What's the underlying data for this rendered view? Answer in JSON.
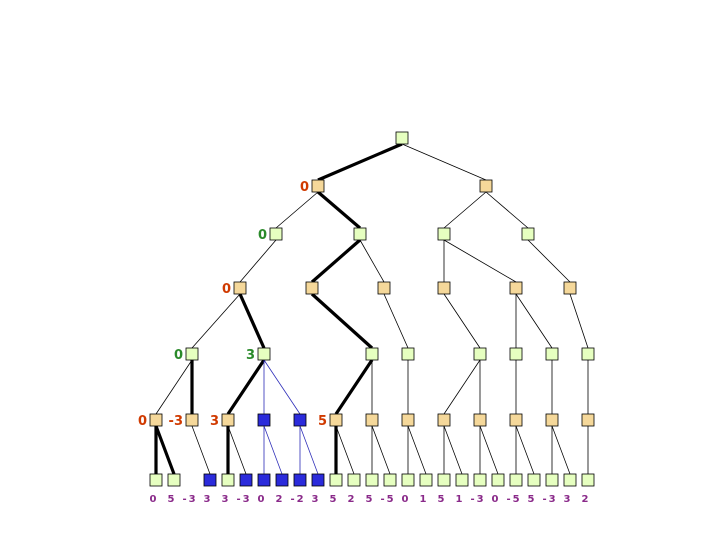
{
  "colors": {
    "green": "#e6ffc0",
    "tan": "#f5d89a",
    "blue": "#2b2bdb",
    "label_red": "#d03a00",
    "label_green": "#2a8a2a",
    "leaf_purple": "#8a2a8a"
  },
  "nodes": [
    {
      "id": "root",
      "fill": "green"
    },
    {
      "id": "a1",
      "fill": "tan",
      "value": "0",
      "value_color": "label_red"
    },
    {
      "id": "a2",
      "fill": "tan"
    },
    {
      "id": "b1",
      "fill": "green",
      "value": "0",
      "value_color": "label_green"
    },
    {
      "id": "b2",
      "fill": "green"
    },
    {
      "id": "b3",
      "fill": "green"
    },
    {
      "id": "b4",
      "fill": "green"
    },
    {
      "id": "c1",
      "fill": "tan",
      "value": "0",
      "value_color": "label_red"
    },
    {
      "id": "c2",
      "fill": "tan"
    },
    {
      "id": "c3",
      "fill": "tan"
    },
    {
      "id": "c4",
      "fill": "tan"
    },
    {
      "id": "c5",
      "fill": "tan"
    },
    {
      "id": "c6",
      "fill": "tan"
    },
    {
      "id": "d1",
      "fill": "green",
      "value": "0",
      "value_color": "label_green"
    },
    {
      "id": "d2",
      "fill": "green",
      "value": "3",
      "value_color": "label_green"
    },
    {
      "id": "d3",
      "fill": "green"
    },
    {
      "id": "d4",
      "fill": "green"
    },
    {
      "id": "d5",
      "fill": "green"
    },
    {
      "id": "d6",
      "fill": "green"
    },
    {
      "id": "d7",
      "fill": "green"
    },
    {
      "id": "d8",
      "fill": "green"
    },
    {
      "id": "e1",
      "fill": "tan",
      "value": "0",
      "value_color": "label_red"
    },
    {
      "id": "e2",
      "fill": "tan",
      "value": "-3",
      "value_color": "label_red"
    },
    {
      "id": "e3",
      "fill": "tan",
      "value": "3",
      "value_color": "label_red"
    },
    {
      "id": "e4",
      "fill": "blue"
    },
    {
      "id": "e5",
      "fill": "blue"
    },
    {
      "id": "e6",
      "fill": "tan",
      "value": "5",
      "value_color": "label_red"
    },
    {
      "id": "e7",
      "fill": "tan"
    },
    {
      "id": "e8",
      "fill": "tan"
    },
    {
      "id": "e9",
      "fill": "tan"
    },
    {
      "id": "e10",
      "fill": "tan"
    },
    {
      "id": "e11",
      "fill": "tan"
    },
    {
      "id": "e12",
      "fill": "tan"
    },
    {
      "id": "e13",
      "fill": "tan"
    },
    {
      "id": "f1",
      "fill": "green"
    },
    {
      "id": "f2",
      "fill": "green"
    },
    {
      "id": "f3",
      "fill": "blue"
    },
    {
      "id": "f4",
      "fill": "green"
    },
    {
      "id": "f5",
      "fill": "blue"
    },
    {
      "id": "f6",
      "fill": "blue"
    },
    {
      "id": "f7",
      "fill": "blue"
    },
    {
      "id": "f8",
      "fill": "blue"
    },
    {
      "id": "f9",
      "fill": "blue"
    },
    {
      "id": "f10",
      "fill": "green"
    },
    {
      "id": "f11",
      "fill": "green"
    },
    {
      "id": "f12",
      "fill": "green"
    },
    {
      "id": "f13",
      "fill": "green"
    },
    {
      "id": "f14",
      "fill": "green"
    },
    {
      "id": "f15",
      "fill": "green"
    },
    {
      "id": "f16",
      "fill": "green"
    },
    {
      "id": "f17",
      "fill": "green"
    },
    {
      "id": "f18",
      "fill": "green"
    },
    {
      "id": "f19",
      "fill": "green"
    },
    {
      "id": "f20",
      "fill": "green"
    },
    {
      "id": "f21",
      "fill": "green"
    },
    {
      "id": "f22",
      "fill": "green"
    },
    {
      "id": "f23",
      "fill": "green"
    },
    {
      "id": "f24",
      "fill": "green"
    }
  ],
  "edges": [
    {
      "from": "root",
      "to": "a1",
      "style": "bold"
    },
    {
      "from": "root",
      "to": "a2",
      "style": "thin"
    },
    {
      "from": "a1",
      "to": "b1",
      "style": "thin"
    },
    {
      "from": "a1",
      "to": "b2",
      "style": "bold"
    },
    {
      "from": "a2",
      "to": "b3",
      "style": "thin"
    },
    {
      "from": "a2",
      "to": "b4",
      "style": "thin"
    },
    {
      "from": "b1",
      "to": "c1",
      "style": "thin"
    },
    {
      "from": "b2",
      "to": "c2",
      "style": "bold"
    },
    {
      "from": "b2",
      "to": "c3",
      "style": "thin"
    },
    {
      "from": "b3",
      "to": "c4",
      "style": "thin"
    },
    {
      "from": "b3",
      "to": "c5",
      "style": "thin"
    },
    {
      "from": "b4",
      "to": "c6",
      "style": "thin"
    },
    {
      "from": "c1",
      "to": "d1",
      "style": "thin"
    },
    {
      "from": "c1",
      "to": "d2",
      "style": "bold"
    },
    {
      "from": "c2",
      "to": "d3",
      "style": "bold"
    },
    {
      "from": "c3",
      "to": "d4",
      "style": "thin"
    },
    {
      "from": "c4",
      "to": "d5",
      "style": "thin"
    },
    {
      "from": "c5",
      "to": "d6",
      "style": "thin"
    },
    {
      "from": "c5",
      "to": "d7",
      "style": "thin"
    },
    {
      "from": "c6",
      "to": "d8",
      "style": "thin"
    },
    {
      "from": "d1",
      "to": "e1",
      "style": "thin"
    },
    {
      "from": "d1",
      "to": "e2",
      "style": "bold"
    },
    {
      "from": "d2",
      "to": "e3",
      "style": "bold"
    },
    {
      "from": "d2",
      "to": "e4",
      "style": "blue"
    },
    {
      "from": "d2",
      "to": "e5",
      "style": "blue"
    },
    {
      "from": "d3",
      "to": "e6",
      "style": "bold"
    },
    {
      "from": "d3",
      "to": "e7",
      "style": "thin"
    },
    {
      "from": "d4",
      "to": "e8",
      "style": "thin"
    },
    {
      "from": "d5",
      "to": "e9",
      "style": "thin"
    },
    {
      "from": "d5",
      "to": "e10",
      "style": "thin"
    },
    {
      "from": "d6",
      "to": "e11",
      "style": "thin"
    },
    {
      "from": "d7",
      "to": "e12",
      "style": "thin"
    },
    {
      "from": "d8",
      "to": "e13",
      "style": "thin"
    },
    {
      "from": "e1",
      "to": "f1",
      "style": "bold"
    },
    {
      "from": "e1",
      "to": "f2",
      "style": "bold"
    },
    {
      "from": "e2",
      "to": "f3",
      "style": "thin"
    },
    {
      "from": "e3",
      "to": "f4",
      "style": "bold"
    },
    {
      "from": "e3",
      "to": "f5",
      "style": "thin"
    },
    {
      "from": "e4",
      "to": "f6",
      "style": "blue"
    },
    {
      "from": "e4",
      "to": "f7",
      "style": "blue"
    },
    {
      "from": "e5",
      "to": "f8",
      "style": "blue"
    },
    {
      "from": "e5",
      "to": "f9",
      "style": "blue"
    },
    {
      "from": "e6",
      "to": "f10",
      "style": "bold"
    },
    {
      "from": "e6",
      "to": "f11",
      "style": "thin"
    },
    {
      "from": "e7",
      "to": "f12",
      "style": "thin"
    },
    {
      "from": "e7",
      "to": "f13",
      "style": "thin"
    },
    {
      "from": "e8",
      "to": "f14",
      "style": "thin"
    },
    {
      "from": "e8",
      "to": "f15",
      "style": "thin"
    },
    {
      "from": "e9",
      "to": "f16",
      "style": "thin"
    },
    {
      "from": "e9",
      "to": "f17",
      "style": "thin"
    },
    {
      "from": "e10",
      "to": "f18",
      "style": "thin"
    },
    {
      "from": "e10",
      "to": "f19",
      "style": "thin"
    },
    {
      "from": "e11",
      "to": "f20",
      "style": "thin"
    },
    {
      "from": "e11",
      "to": "f21",
      "style": "thin"
    },
    {
      "from": "e12",
      "to": "f22",
      "style": "thin"
    },
    {
      "from": "e12",
      "to": "f23",
      "style": "thin"
    },
    {
      "from": "e13",
      "to": "f24",
      "style": "thin"
    }
  ],
  "leaf_values": [
    "0",
    "5",
    "-3",
    "3",
    "3",
    "-3",
    "0",
    "2",
    "-2",
    "3",
    "5",
    "2",
    "5",
    "-5",
    "0",
    "1",
    "5",
    "1",
    "-3",
    "0",
    "-5",
    "5",
    "-3",
    "3",
    "2"
  ]
}
